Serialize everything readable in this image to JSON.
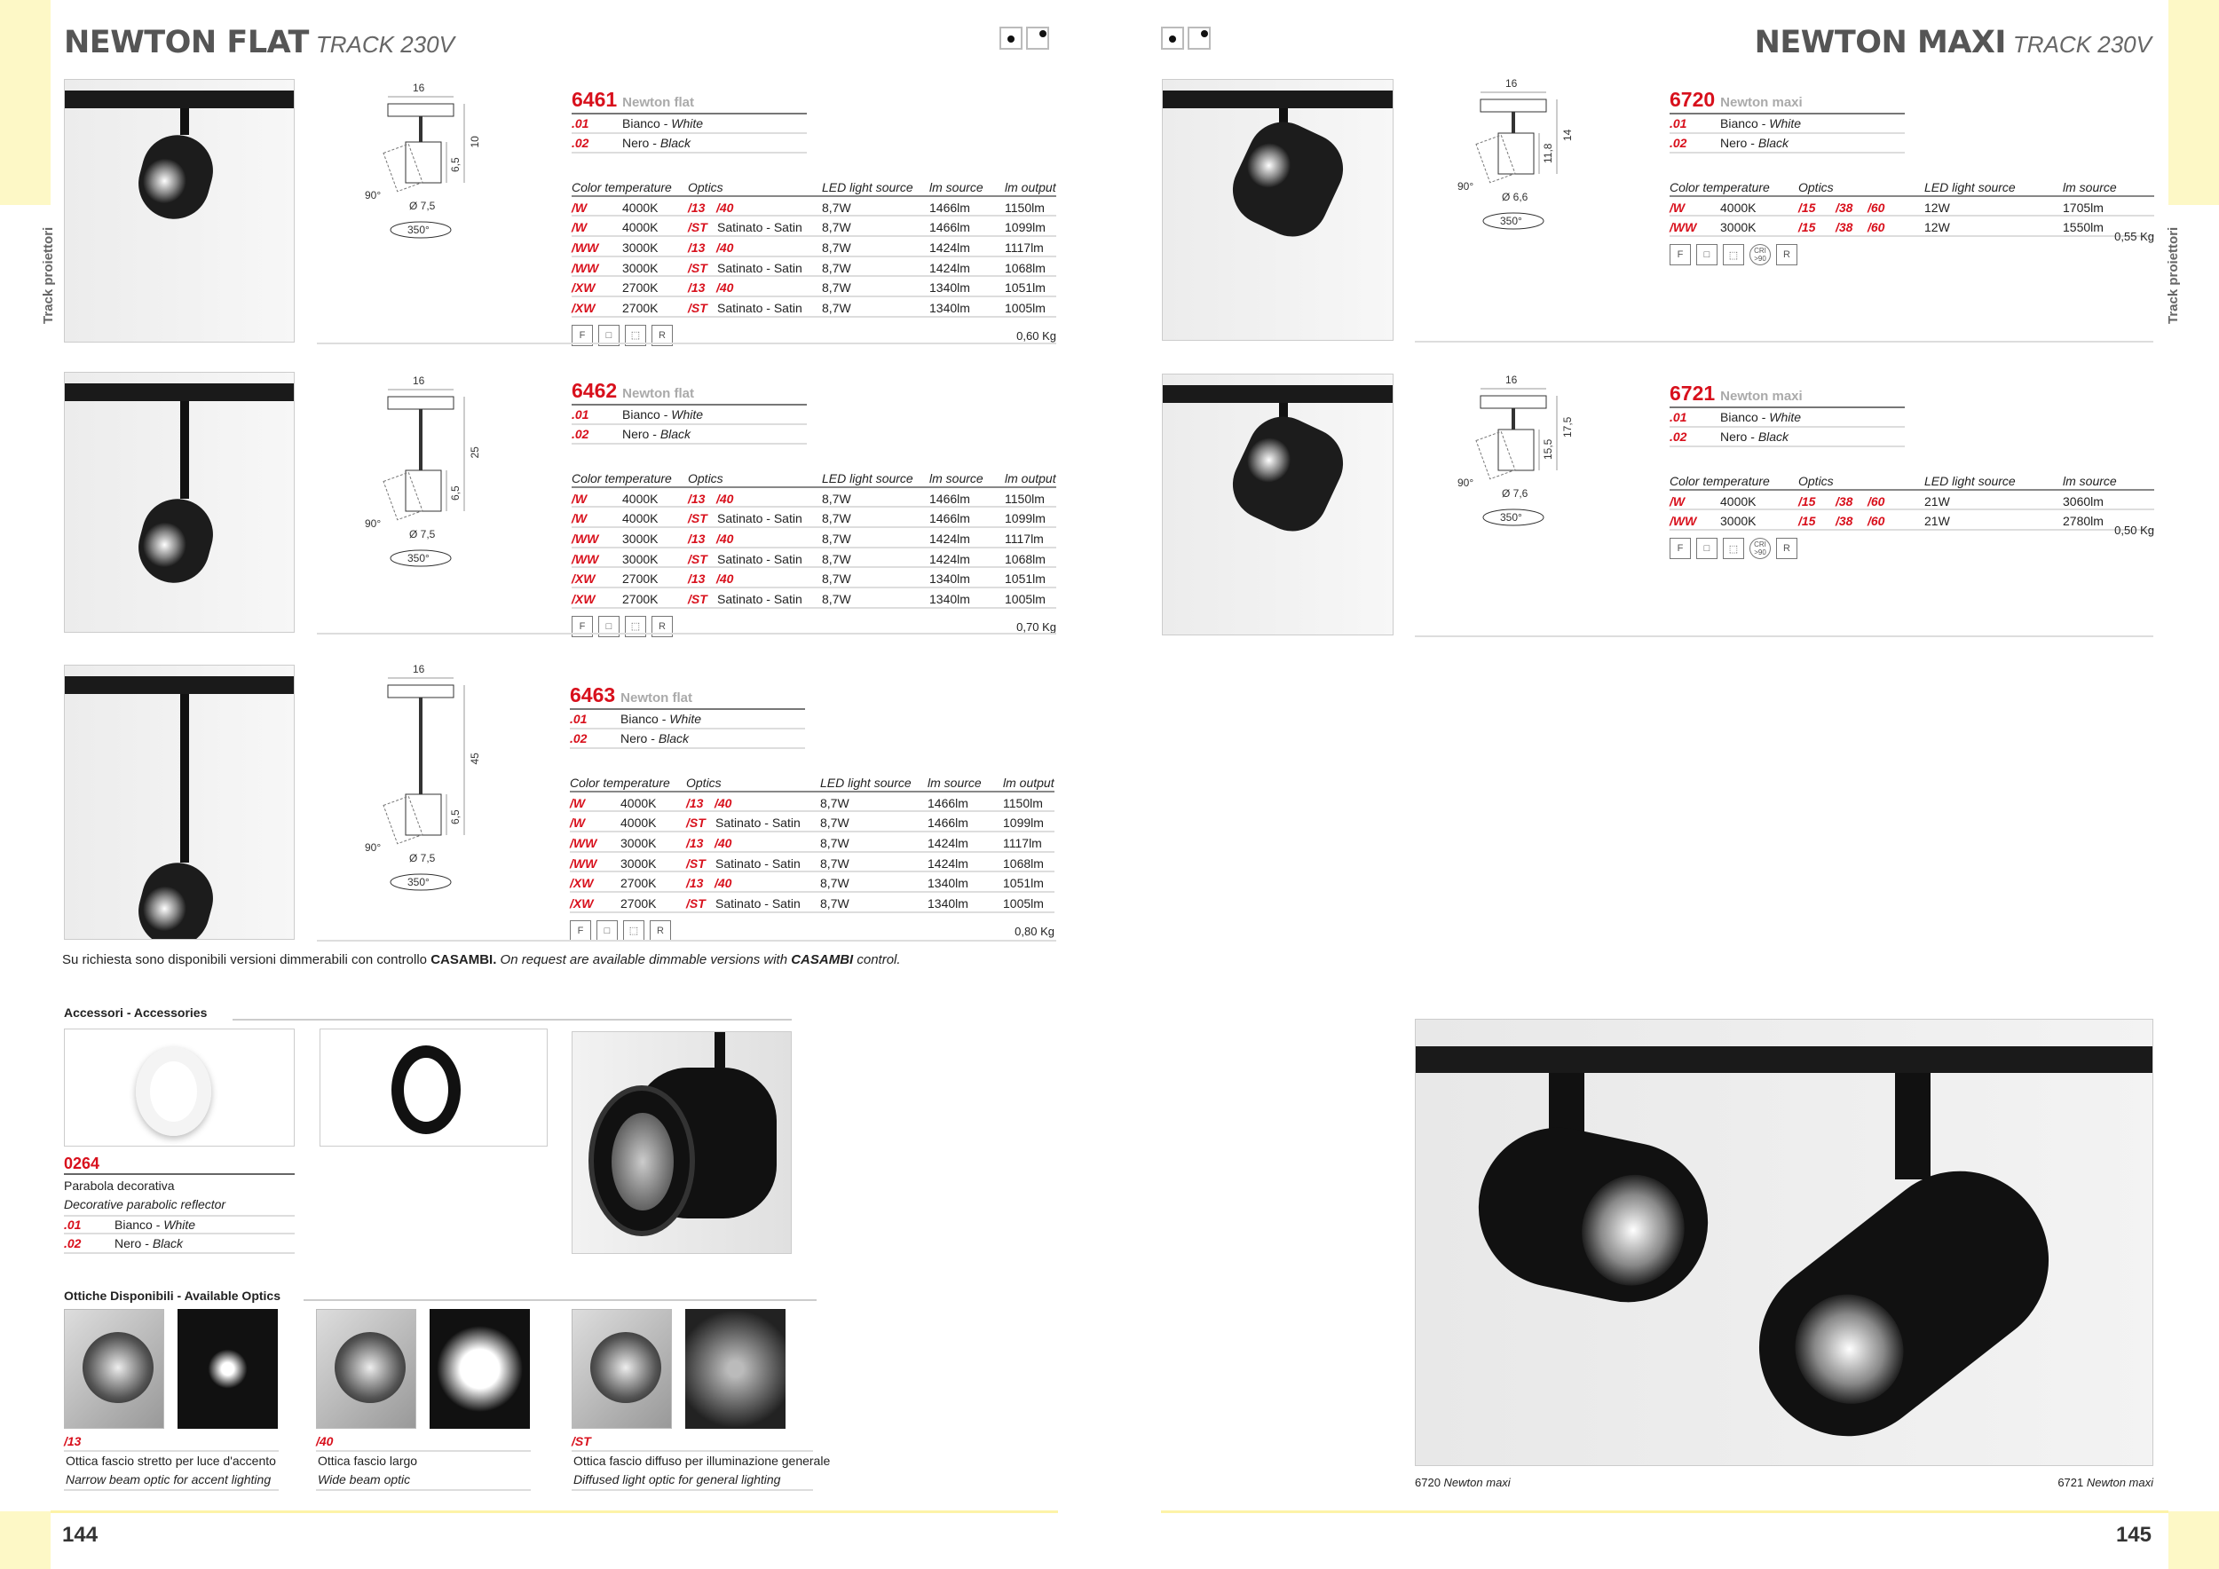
{
  "left": {
    "title_bold": "NEWTON FLAT",
    "title_light": "TRACK 230V",
    "side_label": "Track proiettori",
    "page_number": "144",
    "products": [
      {
        "code": "6461",
        "name": "Newton flat",
        "variants": [
          {
            "c": ".01",
            "it": "Bianco",
            "en": "White"
          },
          {
            "c": ".02",
            "it": "Nero",
            "en": "Black"
          }
        ],
        "headers": [
          "Color temperature",
          "Optics",
          "LED light source",
          "lm source",
          "lm output"
        ],
        "rows": [
          [
            "/W",
            "4000K",
            "/13",
            "/40",
            "",
            "8,7W",
            "1466lm",
            "1150lm"
          ],
          [
            "/W",
            "4000K",
            "/ST",
            "",
            "Satinato - Satin",
            "8,7W",
            "1466lm",
            "1099lm"
          ],
          [
            "/WW",
            "3000K",
            "/13",
            "/40",
            "",
            "8,7W",
            "1424lm",
            "1117lm"
          ],
          [
            "/WW",
            "3000K",
            "/ST",
            "",
            "Satinato - Satin",
            "8,7W",
            "1424lm",
            "1068lm"
          ],
          [
            "/XW",
            "2700K",
            "/13",
            "/40",
            "",
            "8,7W",
            "1340lm",
            "1051lm"
          ],
          [
            "/XW",
            "2700K",
            "/ST",
            "",
            "Satinato - Satin",
            "8,7W",
            "1340lm",
            "1005lm"
          ]
        ],
        "weight": "0,60 Kg",
        "dims": {
          "w": "16",
          "body": "6,5",
          "h": "10",
          "tilt": "90°",
          "dia": "Ø 7,5",
          "rot": "350°"
        }
      },
      {
        "code": "6462",
        "name": "Newton flat",
        "variants": [
          {
            "c": ".01",
            "it": "Bianco",
            "en": "White"
          },
          {
            "c": ".02",
            "it": "Nero",
            "en": "Black"
          }
        ],
        "headers": [
          "Color temperature",
          "Optics",
          "LED light source",
          "lm source",
          "lm output"
        ],
        "rows": [
          [
            "/W",
            "4000K",
            "/13",
            "/40",
            "",
            "8,7W",
            "1466lm",
            "1150lm"
          ],
          [
            "/W",
            "4000K",
            "/ST",
            "",
            "Satinato - Satin",
            "8,7W",
            "1466lm",
            "1099lm"
          ],
          [
            "/WW",
            "3000K",
            "/13",
            "/40",
            "",
            "8,7W",
            "1424lm",
            "1117lm"
          ],
          [
            "/WW",
            "3000K",
            "/ST",
            "",
            "Satinato - Satin",
            "8,7W",
            "1424lm",
            "1068lm"
          ],
          [
            "/XW",
            "2700K",
            "/13",
            "/40",
            "",
            "8,7W",
            "1340lm",
            "1051lm"
          ],
          [
            "/XW",
            "2700K",
            "/ST",
            "",
            "Satinato - Satin",
            "8,7W",
            "1340lm",
            "1005lm"
          ]
        ],
        "weight": "0,70 Kg",
        "dims": {
          "w": "16",
          "body": "6,5",
          "h": "25",
          "tilt": "90°",
          "dia": "Ø 7,5",
          "rot": "350°"
        }
      },
      {
        "code": "6463",
        "name": "Newton flat",
        "variants": [
          {
            "c": ".01",
            "it": "Bianco",
            "en": "White"
          },
          {
            "c": ".02",
            "it": "Nero",
            "en": "Black"
          }
        ],
        "headers": [
          "Color temperature",
          "Optics",
          "LED light source",
          "lm source",
          "lm output"
        ],
        "rows": [
          [
            "/W",
            "4000K",
            "/13",
            "/40",
            "",
            "8,7W",
            "1466lm",
            "1150lm"
          ],
          [
            "/W",
            "4000K",
            "/ST",
            "",
            "Satinato - Satin",
            "8,7W",
            "1466lm",
            "1099lm"
          ],
          [
            "/WW",
            "3000K",
            "/13",
            "/40",
            "",
            "8,7W",
            "1424lm",
            "1117lm"
          ],
          [
            "/WW",
            "3000K",
            "/ST",
            "",
            "Satinato - Satin",
            "8,7W",
            "1424lm",
            "1068lm"
          ],
          [
            "/XW",
            "2700K",
            "/13",
            "/40",
            "",
            "8,7W",
            "1340lm",
            "1051lm"
          ],
          [
            "/XW",
            "2700K",
            "/ST",
            "",
            "Satinato - Satin",
            "8,7W",
            "1340lm",
            "1005lm"
          ]
        ],
        "weight": "0,80 Kg",
        "dims": {
          "w": "16",
          "body": "6,5",
          "h": "45",
          "tilt": "90°",
          "dia": "Ø 7,5",
          "rot": "350°"
        }
      }
    ],
    "icons": [
      "F",
      "□",
      "⬚",
      "R"
    ],
    "note": {
      "p1": "Su richiesta sono disponibili versioni dimmerabili con controllo ",
      "b1": "CASAMBI.",
      "p2": " On request are available dimmable versions with ",
      "b2": "CASAMBI",
      "p3": " control."
    },
    "accessories": {
      "heading": "Accessori - Accessories",
      "code": "0264",
      "name_it": "Parabola decorativa",
      "name_en": "Decorative parabolic reflector",
      "variants": [
        {
          "c": ".01",
          "it": "Bianco",
          "en": "White"
        },
        {
          "c": ".02",
          "it": "Nero",
          "en": "Black"
        }
      ]
    },
    "optics": {
      "heading": "Ottiche Disponibili - Available Optics",
      "items": [
        {
          "code": "/13",
          "it": "Ottica fascio stretto per luce d'accento",
          "en": "Narrow beam optic for accent lighting"
        },
        {
          "code": "/40",
          "it": "Ottica fascio largo",
          "en": "Wide beam optic"
        },
        {
          "code": "/ST",
          "it": "Ottica fascio diffuso per illuminazione generale",
          "en": "Diffused light optic for general lighting"
        }
      ]
    }
  },
  "right": {
    "title_bold": "NEWTON MAXI",
    "title_light": "TRACK 230V",
    "side_label": "Track proiettori",
    "page_number": "145",
    "products": [
      {
        "code": "6720",
        "name": "Newton maxi",
        "variants": [
          {
            "c": ".01",
            "it": "Bianco",
            "en": "White"
          },
          {
            "c": ".02",
            "it": "Nero",
            "en": "Black"
          }
        ],
        "headers": [
          "Color temperature",
          "Optics",
          "LED light source",
          "lm source"
        ],
        "rows": [
          [
            "/W",
            "4000K",
            "/15",
            "/38",
            "/60",
            "12W",
            "1705lm"
          ],
          [
            "/WW",
            "3000K",
            "/15",
            "/38",
            "/60",
            "12W",
            "1550lm"
          ]
        ],
        "weight": "0,55 Kg",
        "dims": {
          "w": "16",
          "body": "11,8",
          "h": "14",
          "tilt": "90°",
          "dia": "Ø 6,6",
          "rot": "350°"
        }
      },
      {
        "code": "6721",
        "name": "Newton maxi",
        "variants": [
          {
            "c": ".01",
            "it": "Bianco",
            "en": "White"
          },
          {
            "c": ".02",
            "it": "Nero",
            "en": "Black"
          }
        ],
        "headers": [
          "Color temperature",
          "Optics",
          "LED light source",
          "lm source"
        ],
        "rows": [
          [
            "/W",
            "4000K",
            "/15",
            "/38",
            "/60",
            "21W",
            "3060lm"
          ],
          [
            "/WW",
            "3000K",
            "/15",
            "/38",
            "/60",
            "21W",
            "2780lm"
          ]
        ],
        "weight": "0,50 Kg",
        "dims": {
          "w": "16",
          "body": "15,5",
          "h": "17,5",
          "tilt": "90°",
          "dia": "Ø 7,6",
          "rot": "350°"
        }
      }
    ],
    "icons": [
      "F",
      "□",
      "⬚",
      "CRI >90",
      "R"
    ],
    "captions": [
      {
        "code": "6720",
        "name": "Newton maxi"
      },
      {
        "code": "6721",
        "name": "Newton maxi"
      }
    ]
  }
}
